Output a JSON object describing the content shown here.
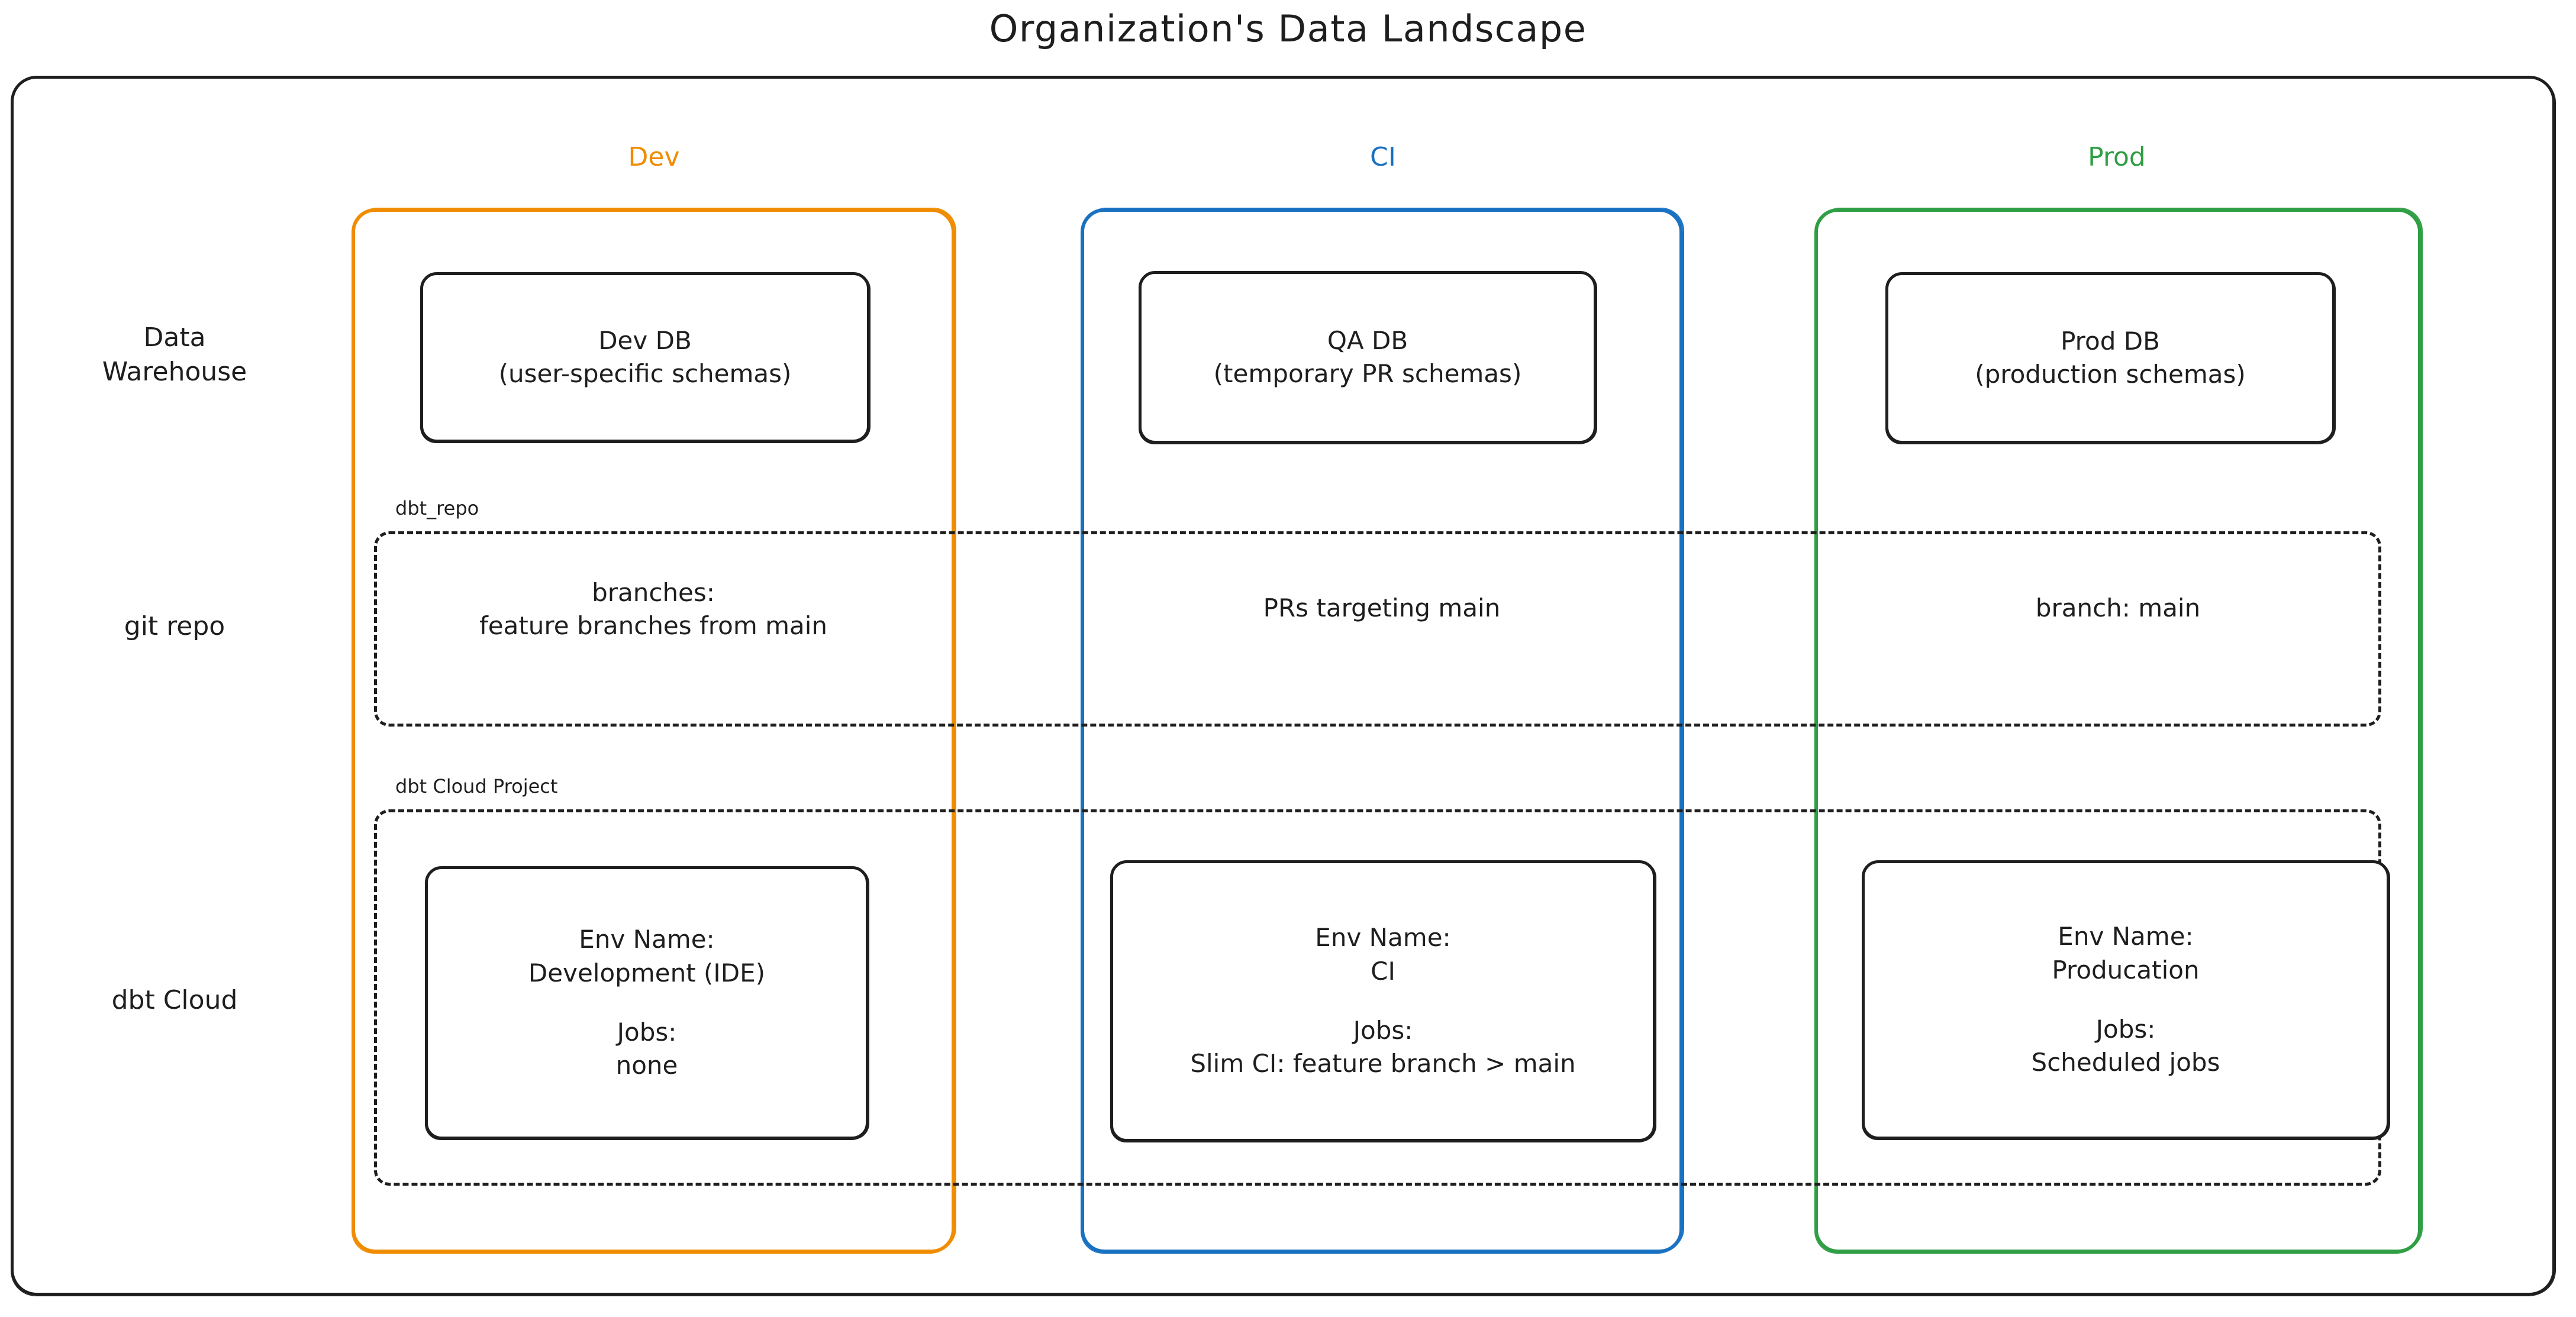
{
  "diagram": {
    "title": "Organization's Data Landscape",
    "type": "architecture-matrix",
    "columns": [
      {
        "key": "dev",
        "label": "Dev",
        "color": "#f08c00"
      },
      {
        "key": "ci",
        "label": "CI",
        "color": "#1971c2"
      },
      {
        "key": "prod",
        "label": "Prod",
        "color": "#2f9e44"
      }
    ],
    "rows": [
      {
        "key": "warehouse",
        "label": "Data\nWarehouse",
        "label_line1": "Data",
        "label_line2": "Warehouse"
      },
      {
        "key": "git_repo",
        "label": "git repo"
      },
      {
        "key": "dbt_cloud",
        "label": "dbt Cloud"
      }
    ],
    "groups": [
      {
        "key": "repo",
        "tag": "dbt_repo",
        "style": "dashed"
      },
      {
        "key": "cloud",
        "tag": "dbt Cloud Project",
        "style": "dashed"
      }
    ],
    "cells": {
      "warehouse": {
        "dev": {
          "line1": "Dev DB",
          "line2": "(user-specific schemas)"
        },
        "ci": {
          "line1": "QA DB",
          "line2": "(temporary PR schemas)"
        },
        "prod": {
          "line1": "Prod DB",
          "line2": "(production schemas)"
        }
      },
      "git_repo": {
        "dev": {
          "line1": "branches:",
          "line2": "feature branches from main"
        },
        "ci": {
          "line1": "PRs targeting main",
          "line2": ""
        },
        "prod": {
          "line1": "branch: main",
          "line2": ""
        }
      },
      "dbt_cloud": {
        "dev": {
          "env_label": "Env Name:",
          "env_value": "Development (IDE)",
          "jobs_label": "Jobs:",
          "jobs_value": "none"
        },
        "ci": {
          "env_label": "Env Name:",
          "env_value": "CI",
          "jobs_label": "Jobs:",
          "jobs_value": "Slim CI: feature branch > main"
        },
        "prod": {
          "env_label": "Env Name:",
          "env_value": "Producation",
          "jobs_label": "Jobs:",
          "jobs_value": "Scheduled jobs"
        }
      }
    },
    "colors": {
      "ink": "#1e1e1e",
      "background": "#ffffff",
      "dev": "#f08c00",
      "ci": "#1971c2",
      "prod": "#2f9e44"
    }
  }
}
